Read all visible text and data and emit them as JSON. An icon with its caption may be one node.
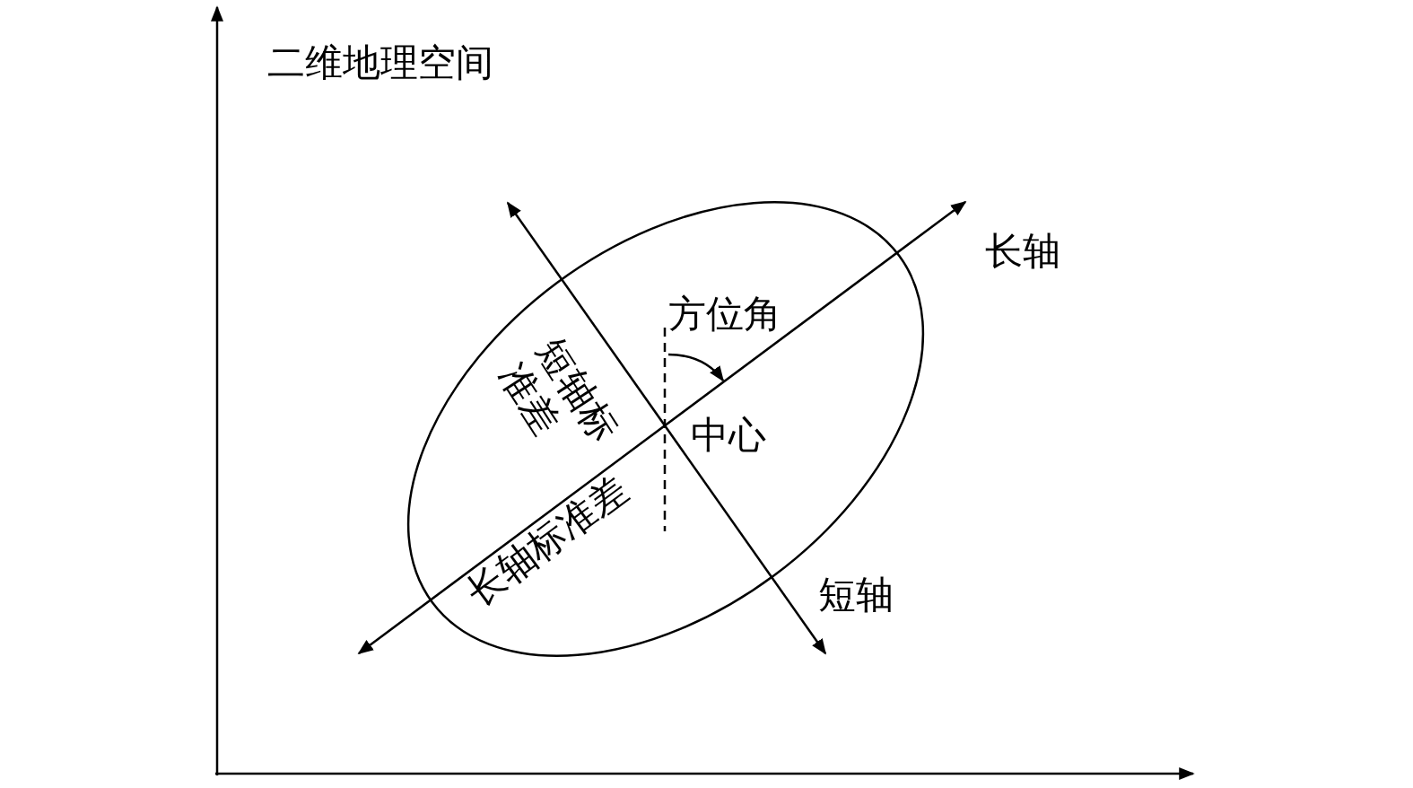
{
  "diagram": {
    "title": "二维地理空间",
    "labels": [
      "长轴",
      "方位角",
      "短轴标准差",
      "中心",
      "长轴标准差",
      "短轴"
    ]
  }
}
